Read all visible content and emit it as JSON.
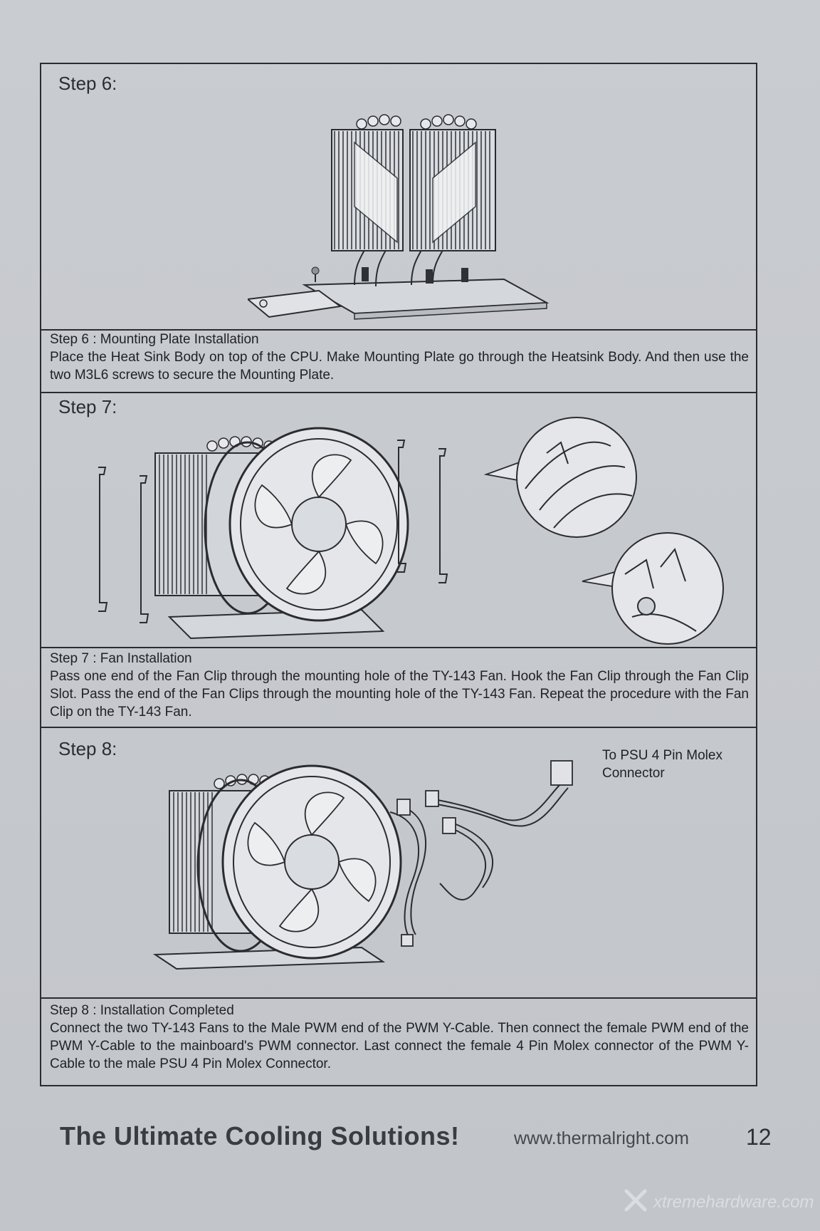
{
  "steps": [
    {
      "heading": "Step 6:",
      "caption_title": "Step 6 : Mounting Plate Installation",
      "caption_body": "Place the Heat Sink Body on top of the CPU.  Make Mounting Plate go through the Heatsink Body.  And then use the two M3L6 screws to secure the Mounting Plate."
    },
    {
      "heading": "Step 7:",
      "caption_title": "Step 7 : Fan Installation",
      "caption_body": "Pass one end of the  Fan Clip through the mounting hole of the TY-143 Fan.  Hook the Fan Clip through the Fan Clip Slot.  Pass the end of the Fan Clips through the mounting hole of the TY-143 Fan.  Repeat the procedure with the Fan Clip on the TY-143 Fan."
    },
    {
      "heading": "Step 8:",
      "psu_label_line1": "To PSU 4 Pin Molex",
      "psu_label_line2": "Connector",
      "caption_title": "Step 8 : Installation Completed",
      "caption_body": "Connect the two TY-143 Fans to the Male PWM end of the PWM Y-Cable.  Then connect the female PWM end of the PWM Y-Cable to the mainboard's PWM connector.  Last connect the female 4 Pin Molex connector of the PWM Y-Cable to the male PSU 4 Pin Molex Connector."
    }
  ],
  "footer": {
    "tagline": "The Ultimate Cooling Solutions!",
    "url": "www.thermalright.com",
    "page_number": "12"
  },
  "watermark": {
    "text": "xtremehardware.com",
    "icon": "x-logo-icon"
  }
}
